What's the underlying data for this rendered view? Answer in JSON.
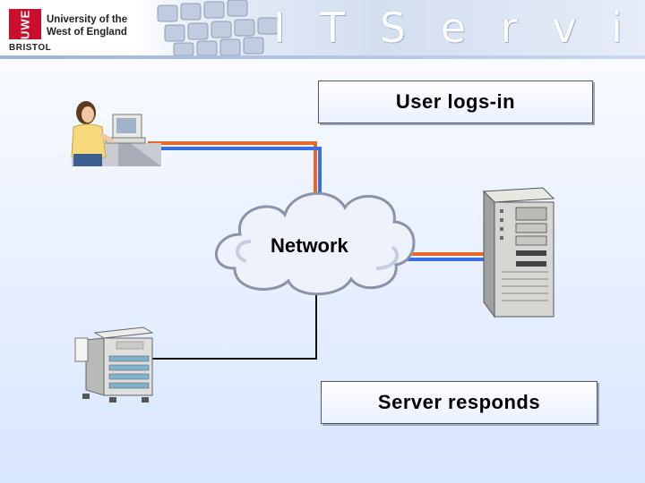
{
  "header": {
    "logo_mark": "UWE",
    "logo_line1": "University of the",
    "logo_line2": "West of England",
    "logo_bristol": "BRISTOL",
    "title": "I T  S e r v i c e s"
  },
  "diagram": {
    "step_login": "User logs-in",
    "network_label": "Network",
    "step_server": "Server responds"
  },
  "colors": {
    "orange_line": "#e8682a",
    "blue_line": "#3b6fe0",
    "black_line": "#111111",
    "logo_red": "#c8102e"
  },
  "icons": [
    "user-at-computer-icon",
    "network-cloud-icon",
    "server-tower-icon",
    "printer-copier-icon"
  ]
}
